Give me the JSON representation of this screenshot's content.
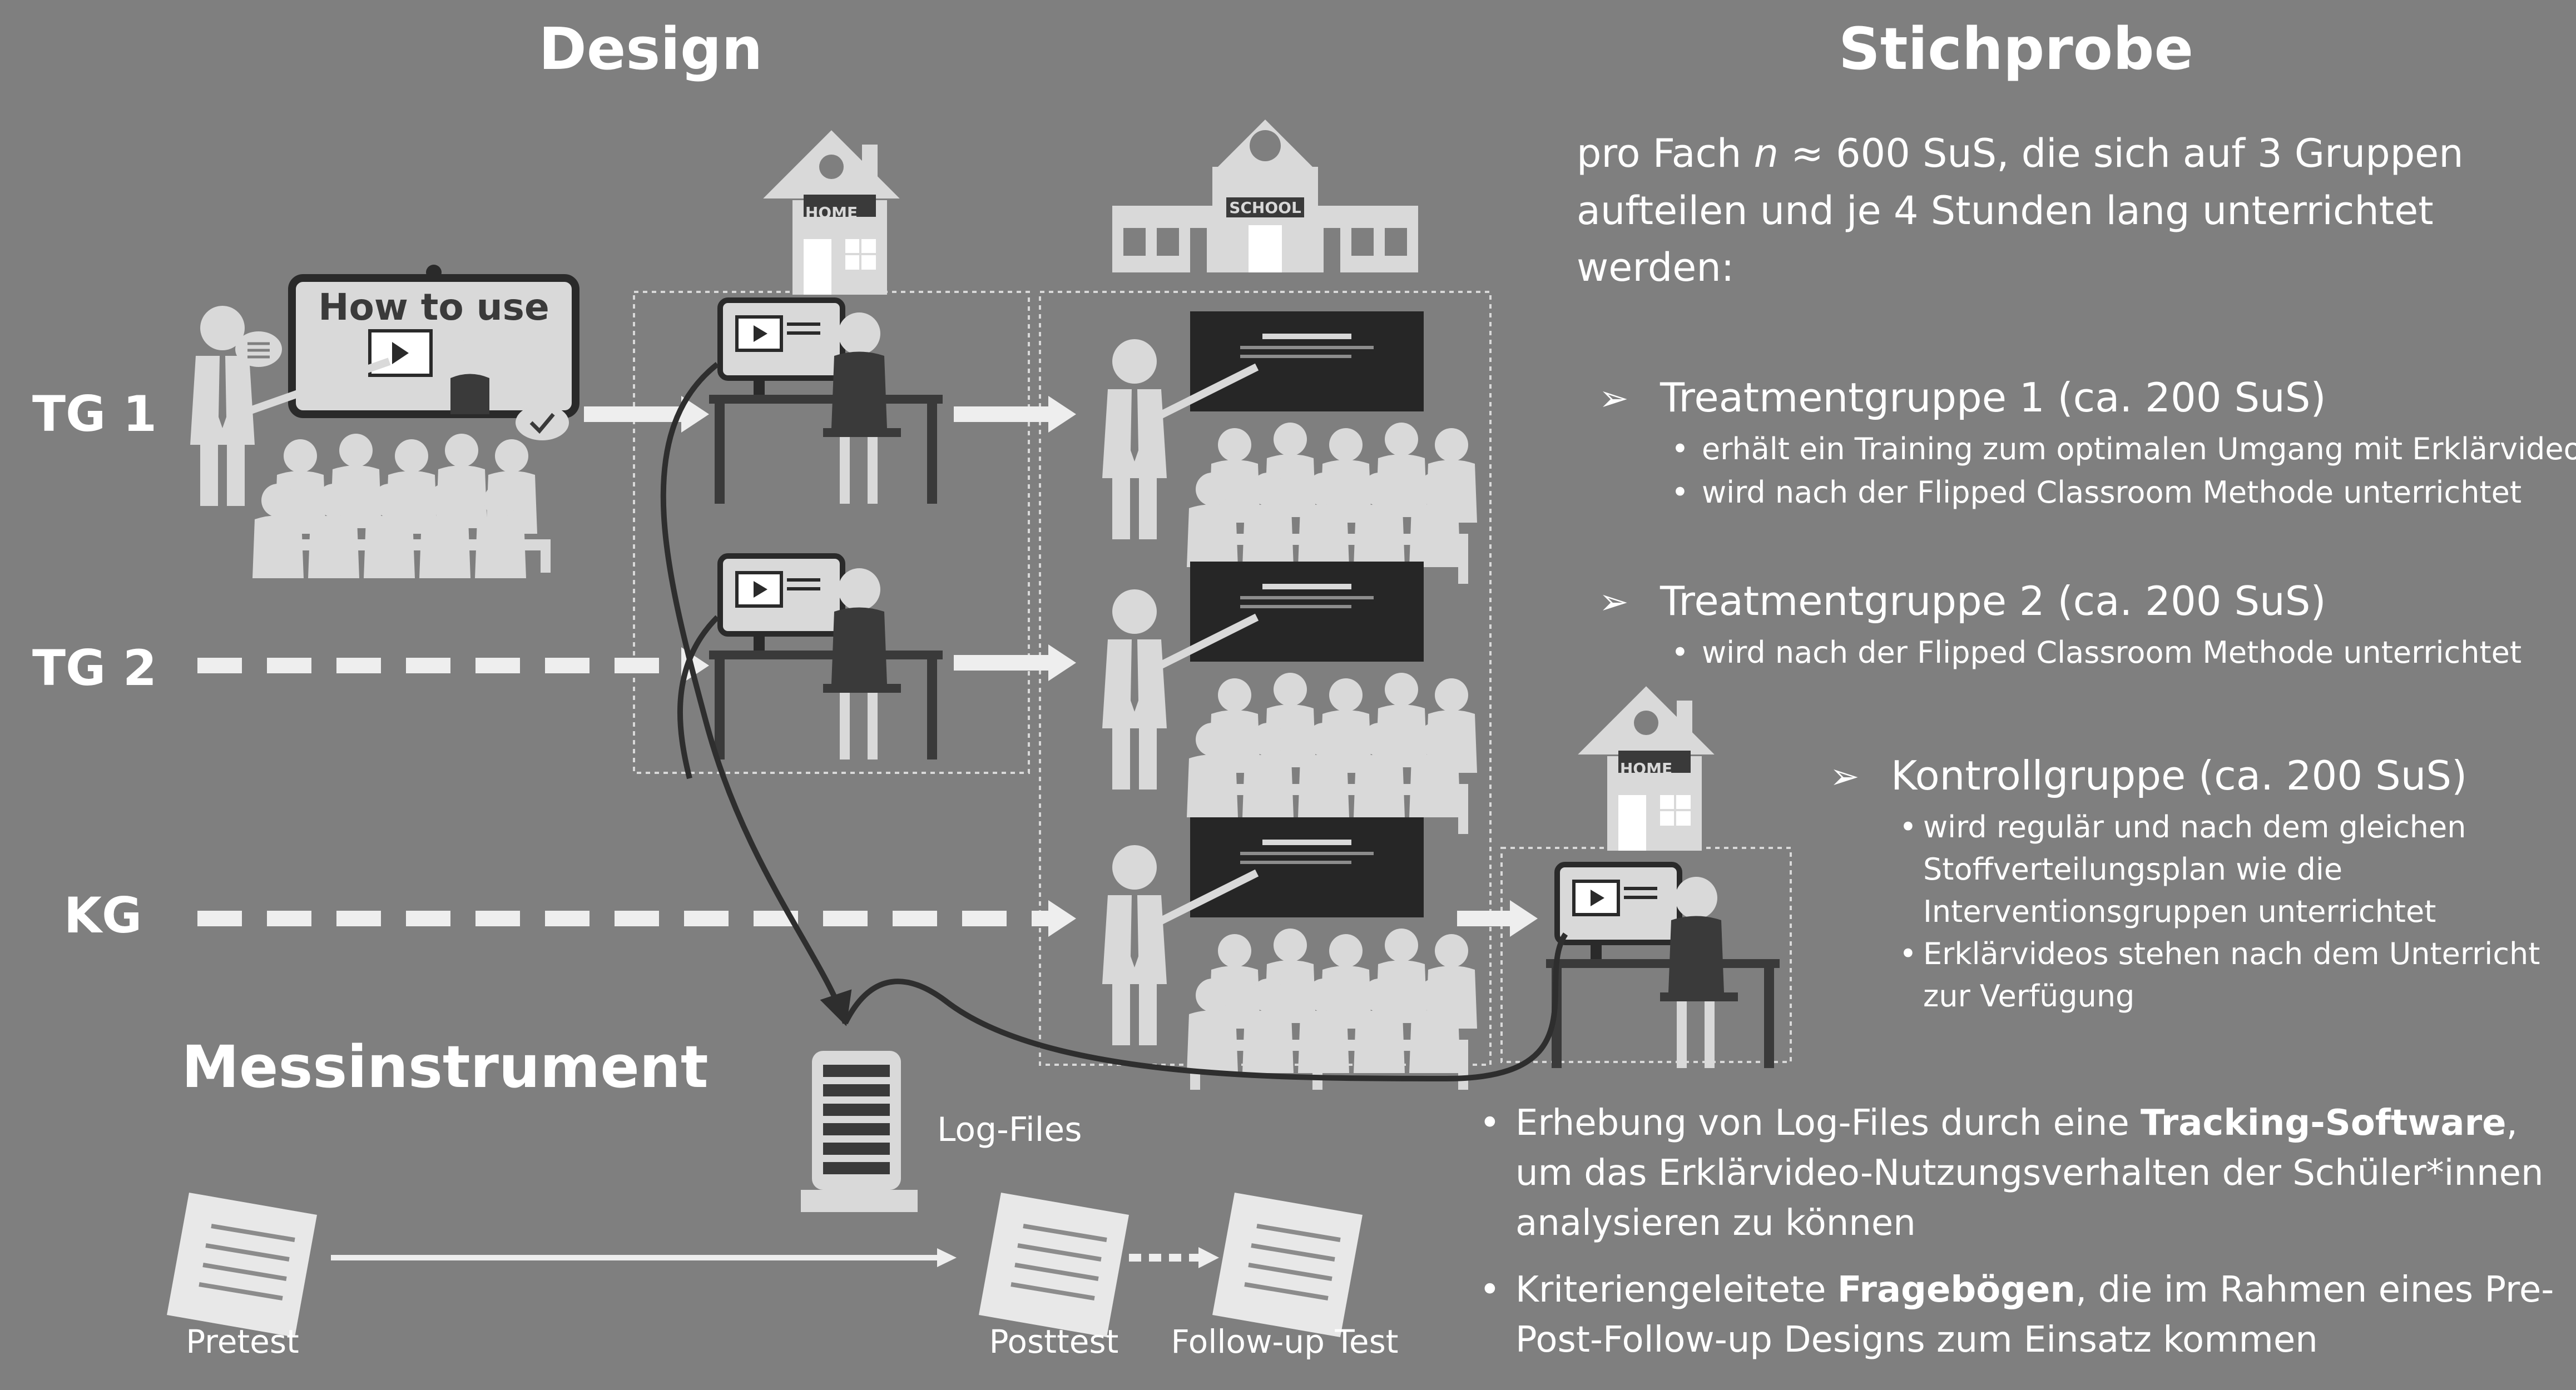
{
  "design": {
    "title": "Design",
    "groups": [
      "TG 1",
      "TG 2",
      "KG"
    ],
    "training_screen_text": "How to use",
    "home_label": "HOME",
    "school_label": "SCHOOL"
  },
  "sample": {
    "title": "Stichprobe",
    "intro_line1_prefix": "pro Fach ",
    "intro_n": "n",
    "intro_line1_suffix": " ≈ 600 SuS, die sich auf 3 Gruppen",
    "intro_line2": "aufteilen und je 4 Stunden lang unterrichtet",
    "intro_line3": "werden:",
    "groups": [
      {
        "title": "Treatmentgruppe 1 (ca. 200 SuS)",
        "bullets": [
          "erhält ein Training zum optimalen Umgang mit Erklärvideos",
          "wird nach der Flipped Classroom Methode unterrichtet"
        ]
      },
      {
        "title": "Treatmentgruppe 2 (ca. 200 SuS)",
        "bullets": [
          "wird nach der Flipped Classroom Methode unterrichtet"
        ]
      },
      {
        "title": "Kontrollgruppe (ca. 200 SuS)",
        "bullets": [
          "wird regulär und nach dem gleichen",
          "Stoffverteilungsplan wie die",
          "Interventionsgruppen unterrichtet",
          "Erklärvideos stehen nach dem Unterricht",
          "zur Verfügung"
        ]
      }
    ]
  },
  "instrument": {
    "title": "Messinstrument",
    "log_files": "Log-Files",
    "pretest": "Pretest",
    "posttest": "Posttest",
    "followup": "Follow-up Test",
    "bullet1_a": "Erhebung von Log-Files durch eine ",
    "bullet1_b": "Tracking-Software",
    "bullet1_c": ", um das Erklärvideo-Nutzungsverhalten der Schüler*innen analysieren zu können",
    "bullet2_a": "Kriteriengeleitete ",
    "bullet2_b": "Fragebögen",
    "bullet2_c": ", die im Rahmen eines Pre-Post-Follow-up Designs zum Einsatz kommen"
  },
  "colors": {
    "background": "#7f7f7f",
    "figure": "#d9d9d9",
    "dark": "#3a3a3a",
    "board": "#262626"
  }
}
